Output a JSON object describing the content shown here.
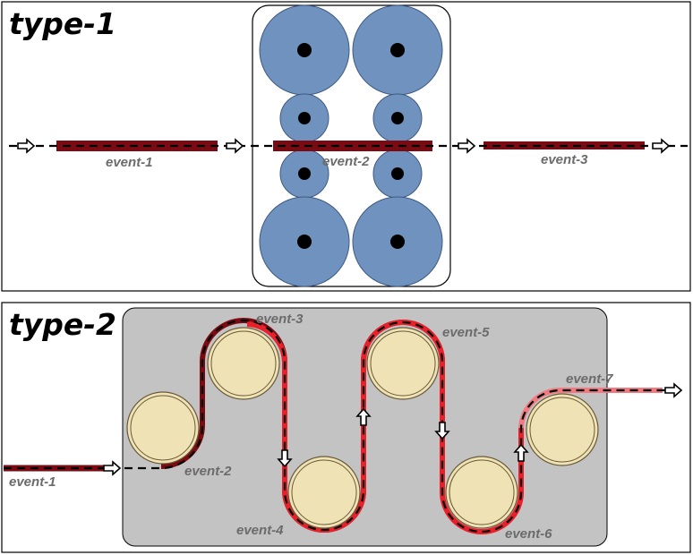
{
  "panels": [
    {
      "title": "type-1",
      "events": [
        "event-1",
        "event-2",
        "event-3"
      ]
    },
    {
      "title": "type-2",
      "events": [
        "event-1",
        "event-2",
        "event-3",
        "event-4",
        "event-5",
        "event-6",
        "event-7"
      ]
    }
  ],
  "colors": {
    "frame": "#000000",
    "roller_fill": "#7092be",
    "roller_stroke": "#3e5a82",
    "roller_hub": "#000000",
    "strip_dark": "#7b0b12",
    "strip_red": "#e8202a",
    "strip_pink": "#f07a80",
    "furnace_bg": "#c3c3c3",
    "drum_fill": "#efe2b4",
    "drum_stroke": "#6a5a3a",
    "label": "#6b6b6b"
  },
  "icons": [
    "arrow-right-icon",
    "arrow-down-icon",
    "arrow-up-icon"
  ]
}
